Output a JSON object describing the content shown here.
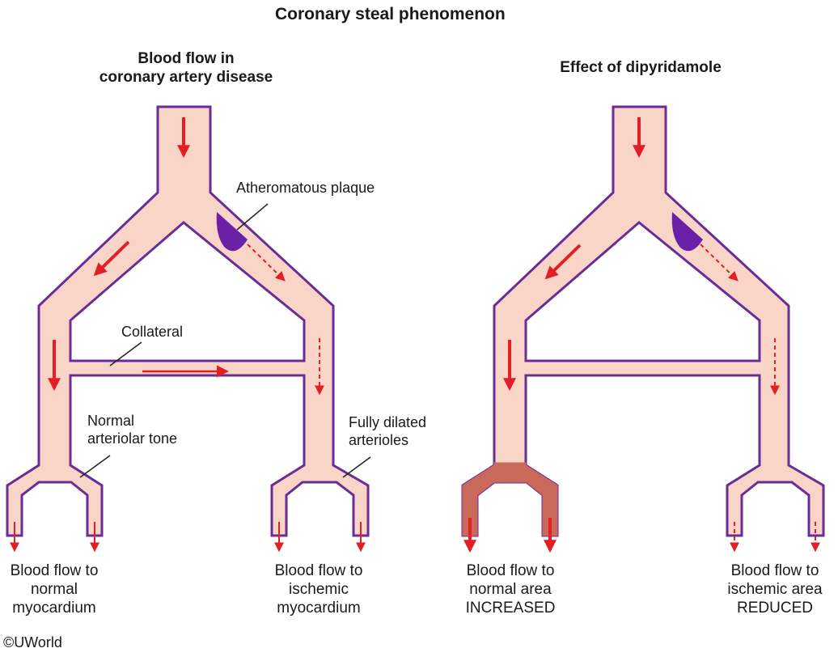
{
  "title": "Coronary steal phenomenon",
  "colors": {
    "vessel_fill": "#f9d5c7",
    "vessel_outline": "#6a2d98",
    "plaque": "#6a21a6",
    "arrow": "#e31e24",
    "dilated_fill": "#c9695a"
  },
  "left_panel": {
    "title_line1": "Blood flow in",
    "title_line2": "coronary artery disease",
    "labels": {
      "plaque": "Atheromatous plaque",
      "collateral": "Collateral",
      "normal_tone_line1": "Normal",
      "normal_tone_line2": "arteriolar tone",
      "dilated_line1": "Fully dilated",
      "dilated_line2": "arterioles"
    },
    "captions": {
      "normal": [
        "Blood flow to",
        "normal",
        "myocardium"
      ],
      "ischemic": [
        "Blood flow to",
        "ischemic",
        "myocardium"
      ]
    }
  },
  "right_panel": {
    "title": "Effect of dipyridamole",
    "captions": {
      "normal": [
        "Blood flow to",
        "normal area",
        "INCREASED"
      ],
      "ischemic": [
        "Blood flow to",
        "ischemic area",
        "REDUCED"
      ]
    }
  },
  "credit": "©UWorld"
}
